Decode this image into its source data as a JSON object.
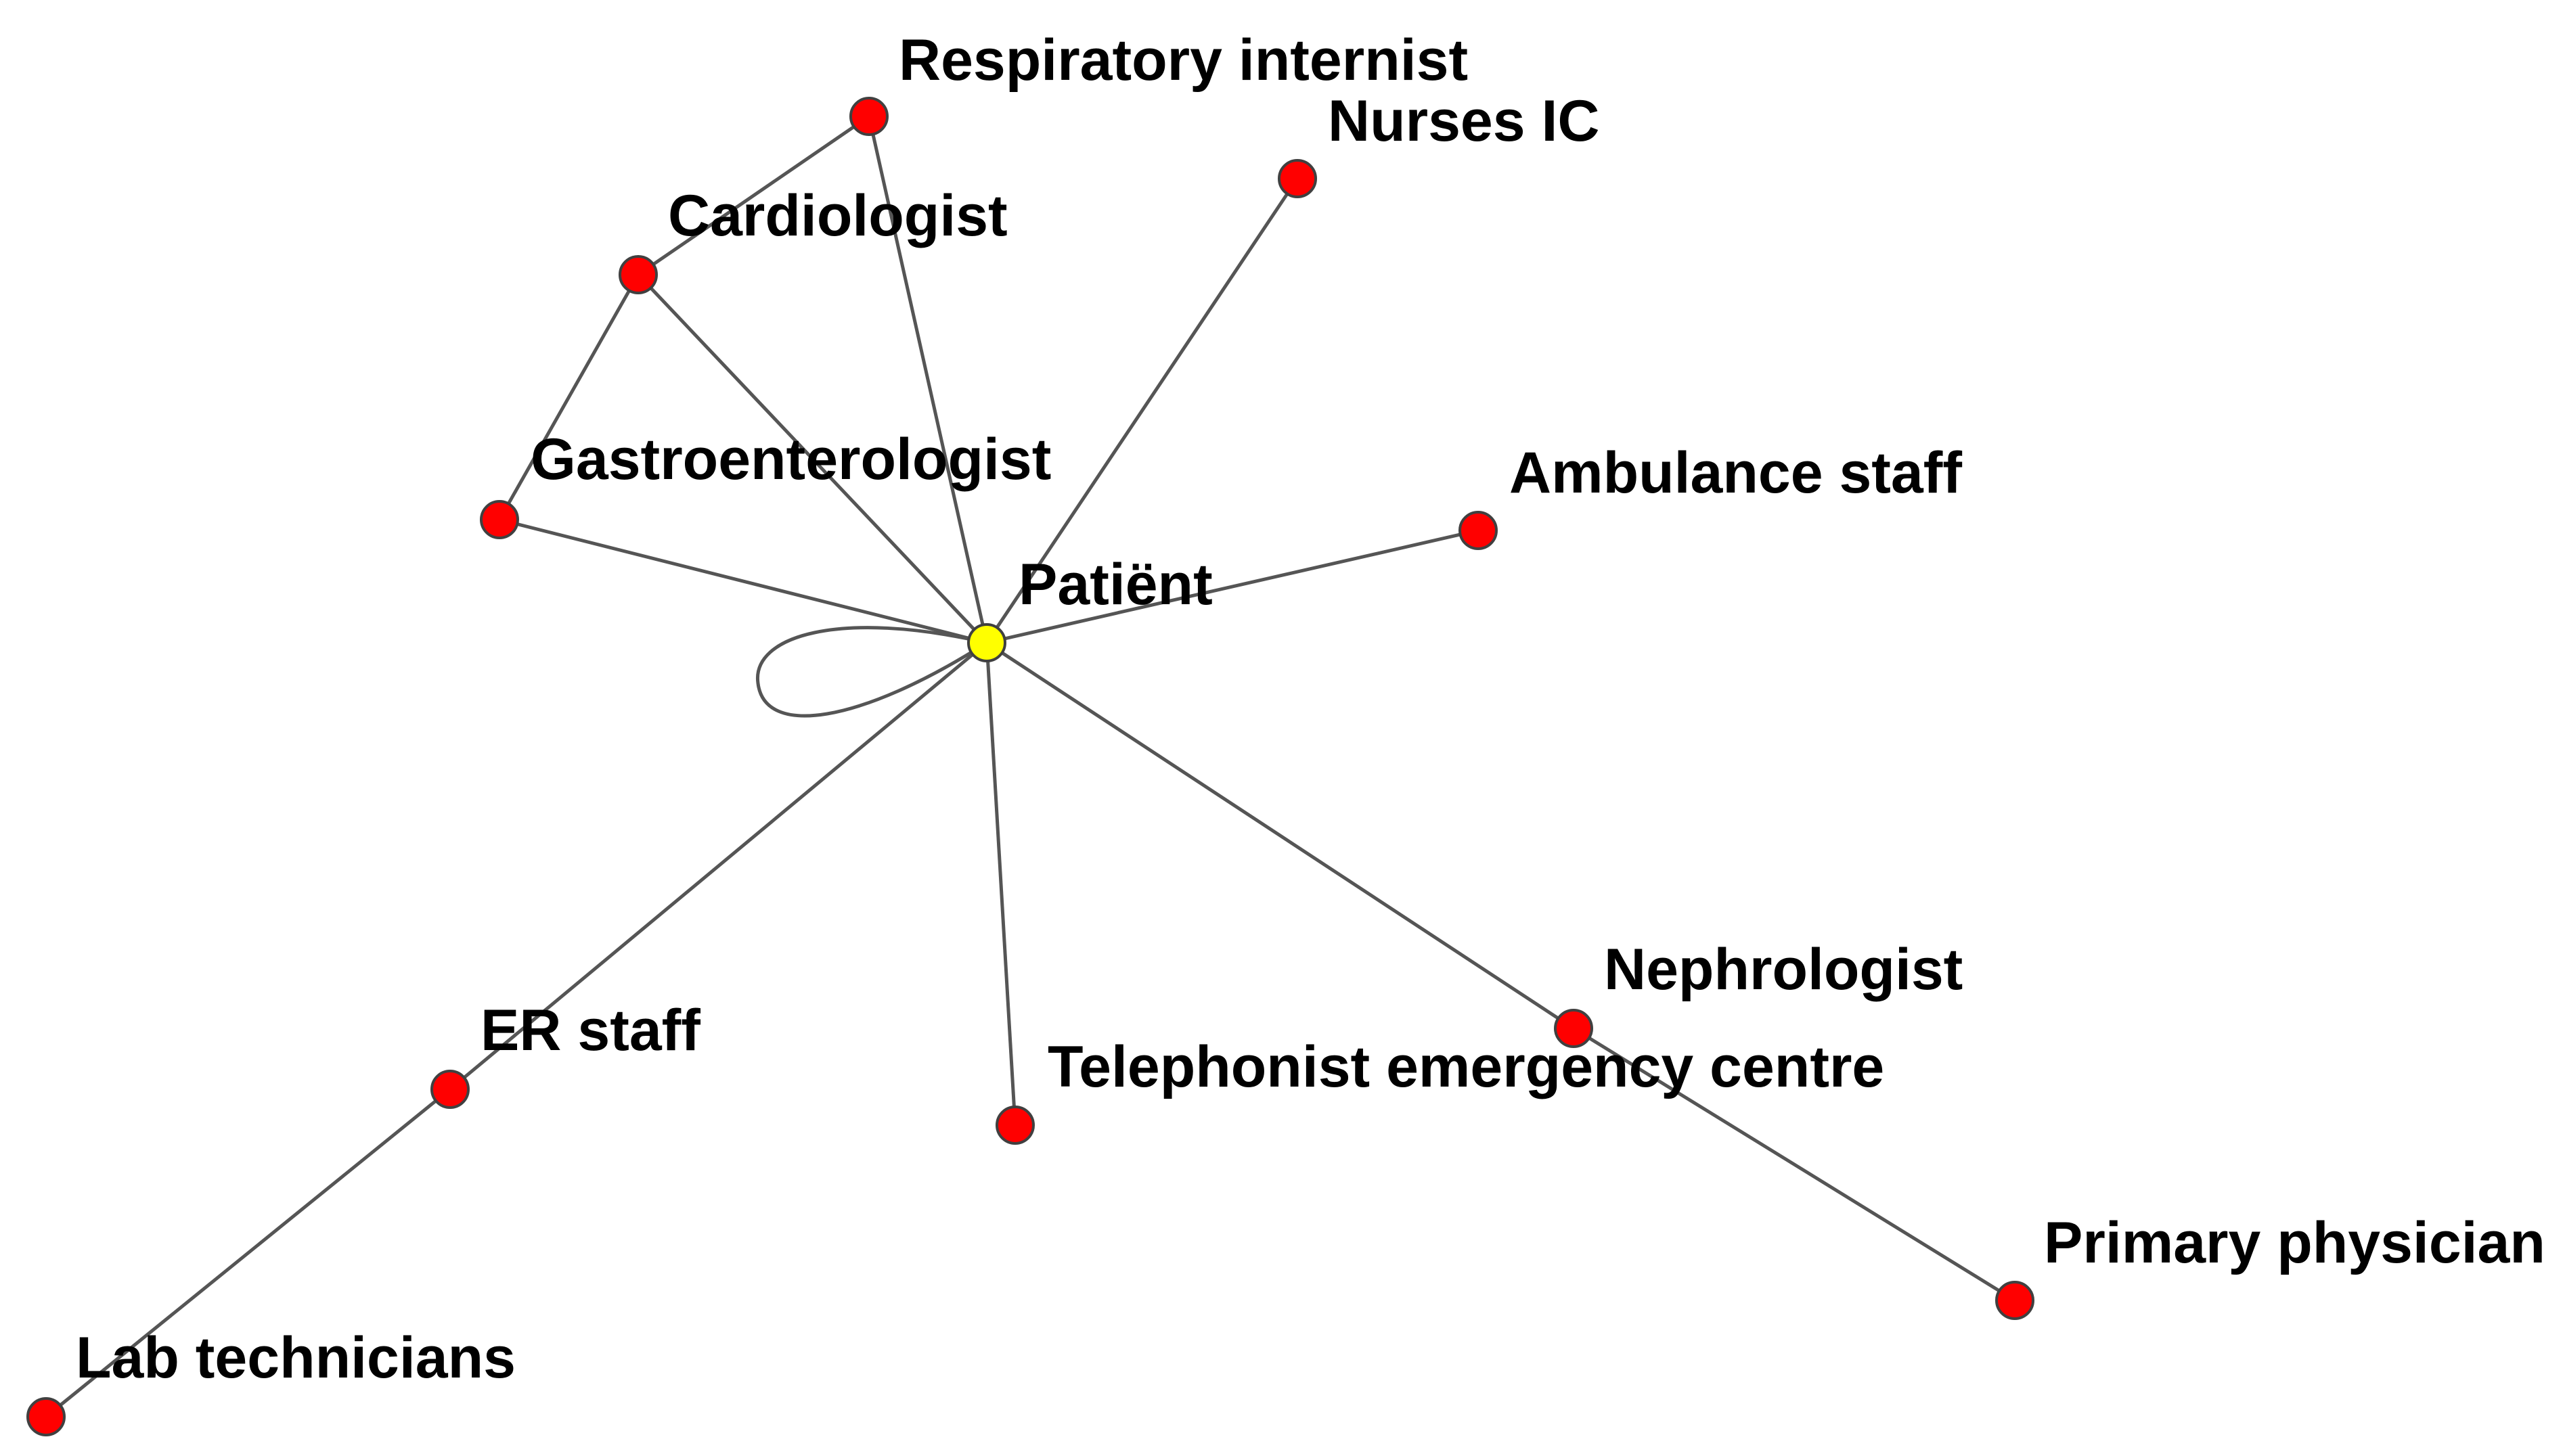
{
  "colors": {
    "node_default": "#ff0000",
    "node_center": "#ffff00",
    "edge": "#555555",
    "node_border": "#404040",
    "label": "#000000"
  },
  "nodes": {
    "patient": {
      "label": "Patiënt"
    },
    "respiratory": {
      "label": "Respiratory internist"
    },
    "nurses": {
      "label": "Nurses IC"
    },
    "cardiologist": {
      "label": "Cardiologist"
    },
    "gastro": {
      "label": "Gastroenterologist"
    },
    "ambulance": {
      "label": "Ambulance staff"
    },
    "er": {
      "label": "ER staff"
    },
    "telephonist": {
      "label": "Telephonist emergency centre"
    },
    "nephrologist": {
      "label": "Nephrologist"
    },
    "primary": {
      "label": "Primary physician"
    },
    "lab": {
      "label": "Lab technicians"
    }
  },
  "edges": [
    {
      "source": "respiratory",
      "target": "cardiologist"
    },
    {
      "source": "respiratory",
      "target": "patient"
    },
    {
      "source": "cardiologist",
      "target": "patient"
    },
    {
      "source": "cardiologist",
      "target": "gastro"
    },
    {
      "source": "gastro",
      "target": "patient"
    },
    {
      "source": "nurses",
      "target": "patient"
    },
    {
      "source": "ambulance",
      "target": "patient"
    },
    {
      "source": "er",
      "target": "patient"
    },
    {
      "source": "lab",
      "target": "er"
    },
    {
      "source": "telephonist",
      "target": "patient"
    },
    {
      "source": "nephrologist",
      "target": "patient"
    },
    {
      "source": "primary",
      "target": "nephrologist"
    },
    {
      "source": "patient",
      "target": "patient"
    }
  ]
}
